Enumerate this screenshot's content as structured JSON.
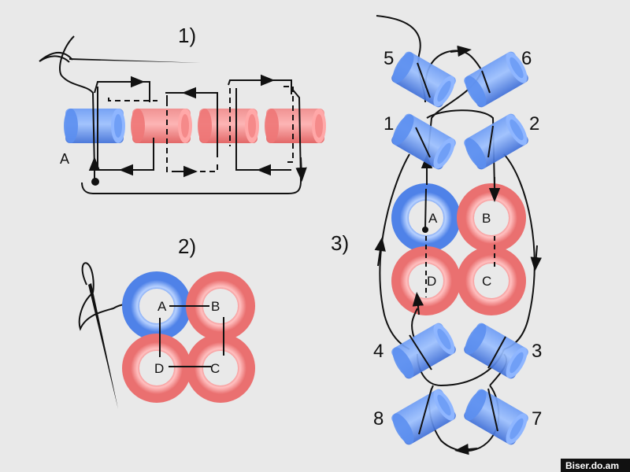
{
  "figure": {
    "steps": {
      "one": "1)",
      "two": "2)",
      "three": "3)"
    },
    "step1": {
      "start_bead": "A"
    },
    "step2": {
      "beads": {
        "a": "A",
        "b": "B",
        "c": "C",
        "d": "D"
      }
    },
    "step3": {
      "numbers": {
        "n1": "1",
        "n2": "2",
        "n3": "3",
        "n4": "4",
        "n5": "5",
        "n6": "6",
        "n7": "7",
        "n8": "8"
      },
      "beads": {
        "a": "A",
        "b": "B",
        "c": "C",
        "d": "D"
      }
    },
    "watermark": "Biser.do.am"
  },
  "colors": {
    "blue_bead": "#5b8ff0",
    "red_bead": "#f07f7f",
    "thread": "#111111",
    "background": "#e9e9e9"
  }
}
